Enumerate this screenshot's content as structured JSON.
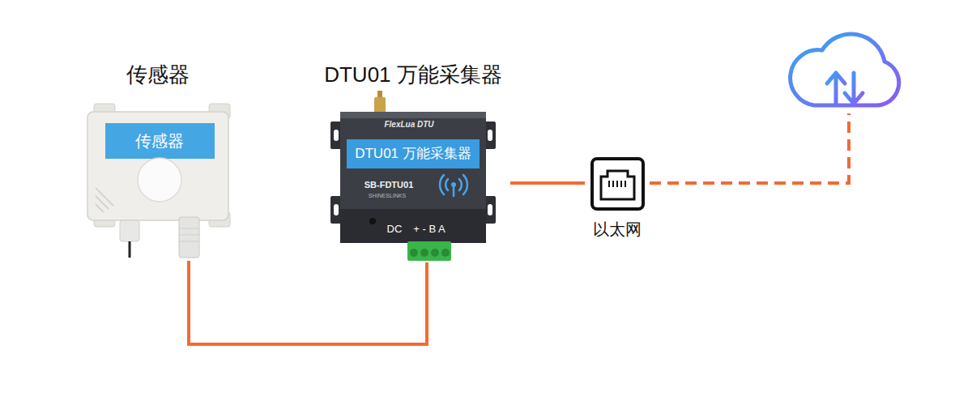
{
  "diagram": {
    "nodes": [
      {
        "text": [
          "传感器",
          "传感器"
        ]
      },
      {
        "text": [
          "DTU01 万能采集器",
          "FlexLua DTU",
          "DTU01 万能采集器",
          "SB-FDTU01",
          "SHINESLINKS",
          "DC",
          "+ - B A"
        ]
      },
      {
        "text": [
          "以太网"
        ]
      },
      {
        "text": []
      }
    ],
    "edges": [
      {
        "from": 0,
        "to": 1,
        "arrow": "none"
      },
      {
        "from": 1,
        "to": 2,
        "arrow": "none"
      },
      {
        "from": 2,
        "to": 3,
        "arrow": "none"
      }
    ]
  }
}
